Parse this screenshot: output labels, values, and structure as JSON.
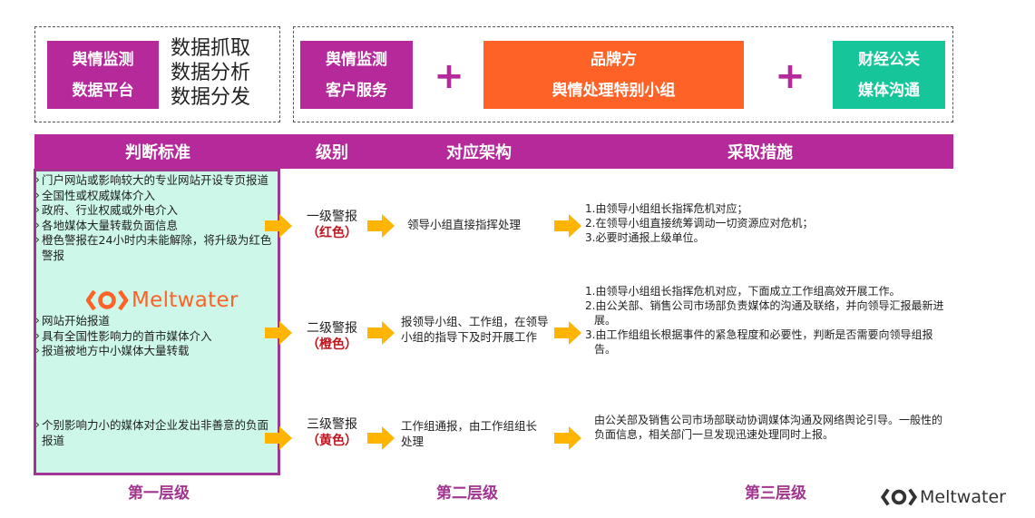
{
  "top": {
    "platform_line1": "舆情监测",
    "platform_line2": "数据平台",
    "functions": [
      "数据抓取",
      "数据分析",
      "数据分发"
    ],
    "service_line1": "舆情监测",
    "service_line2": "客户服务",
    "brand_line1": "品牌方",
    "brand_line2": "舆情处理特别小组",
    "media_line1": "财经公关",
    "media_line2": "媒体沟通",
    "plus": "+"
  },
  "header": {
    "criteria": "判断标准",
    "level": "级别",
    "org": "对应架构",
    "measures": "采取措施"
  },
  "rows": [
    {
      "criteria": [
        "门户网站或影响较大的专业网站开设专页报道",
        "全国性或权威媒体介入",
        "政府、行业权威或外电介入",
        "各地媒体大量转载负面信息",
        "橙色警报在24小时内未能解除，将升级为红色警报"
      ],
      "level": "一级警报",
      "color": "（红色）",
      "org": "领导小组直接指挥处理",
      "measures": [
        "1.由领导小组组长指挥危机对应；",
        "2.在领导小组直接统筹调动一切资源应对危机；",
        "3.必要时通报上级单位。"
      ]
    },
    {
      "criteria": [
        "网站开始报道",
        "具有全国性影响力的首市媒体介入",
        "报道被地方中小媒体大量转载"
      ],
      "level": "二级警报",
      "color": "（橙色）",
      "org": "报领导小组、工作组，在领导小组的指导下及时开展工作",
      "measures": [
        "1.由领导小组组长指挥危机对应，下面成立工作组高效开展工作。",
        "2.由公关部、销售公司市场部负责媒体的沟通及联络，并向领导汇报最新进展。",
        "3.由工作组组长根据事件的紧急程度和必要性，判断是否需要向领导组报告。"
      ]
    },
    {
      "criteria": [
        "个别影响力小的媒体对企业发出非善意的负面报道"
      ],
      "level": "三级警报",
      "color": "（黄色）",
      "org": "工作组通报，由工作组组长处理",
      "measures": [
        "由公关部及销售公司市场部联动协调媒体沟通及网络舆论引导。一般性的负面信息，相关部门一旦发现迅速处理同时上报。"
      ]
    }
  ],
  "tiers": [
    "第一层级",
    "第二层级",
    "第三层级"
  ],
  "brand": "Meltwater",
  "colors": {
    "magenta": "#b5299a",
    "orange": "#ff6226",
    "teal": "#16c69a",
    "mint": "#ccf7e9",
    "arrow": "#ffb400",
    "red": "#c0141e"
  }
}
